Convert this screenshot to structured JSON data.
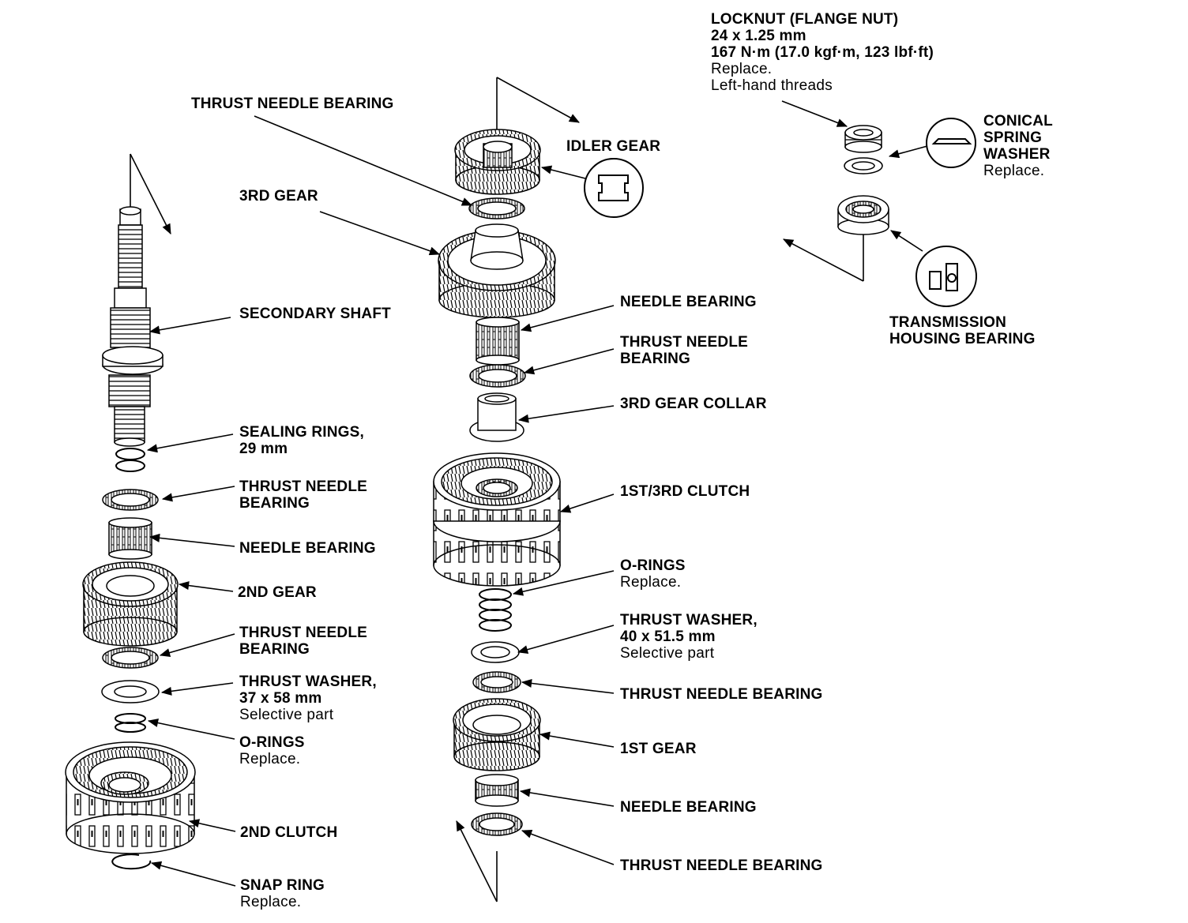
{
  "labels": {
    "locknut": {
      "l1": "LOCKNUT (FLANGE NUT)",
      "l2": "24 x 1.25 mm",
      "l3": "167 N·m (17.0 kgf·m, 123 lbf·ft)",
      "l4": "Replace.",
      "l5": "Left-hand threads"
    },
    "conical": {
      "l1": "CONICAL",
      "l2": "SPRING",
      "l3": "WASHER",
      "l4": "Replace."
    },
    "housing_bearing": {
      "l1": "TRANSMISSION",
      "l2": "HOUSING BEARING"
    },
    "idler_gear": "IDLER GEAR",
    "thrust_needle_top": "THRUST NEEDLE BEARING",
    "third_gear": "3RD GEAR",
    "secondary_shaft": "SECONDARY SHAFT",
    "sealing_rings": {
      "l1": "SEALING RINGS,",
      "l2": "29 mm"
    },
    "thrust_needle_left1": {
      "l1": "THRUST NEEDLE",
      "l2": "BEARING"
    },
    "needle_bearing_left": "NEEDLE BEARING",
    "second_gear": "2ND GEAR",
    "thrust_needle_left2": {
      "l1": "THRUST NEEDLE",
      "l2": "BEARING"
    },
    "thrust_washer_left": {
      "l1": "THRUST WASHER,",
      "l2": "37 x 58 mm",
      "l3": "Selective part"
    },
    "orings_left": {
      "l1": "O-RINGS",
      "l2": "Replace."
    },
    "second_clutch": "2ND CLUTCH",
    "snap_ring": {
      "l1": "SNAP RING",
      "l2": "Replace."
    },
    "needle_bearing_mid1": "NEEDLE BEARING",
    "thrust_needle_mid1": {
      "l1": "THRUST NEEDLE",
      "l2": "BEARING"
    },
    "third_gear_collar": "3RD GEAR COLLAR",
    "first_third_clutch": "1ST/3RD CLUTCH",
    "orings_mid": {
      "l1": "O-RINGS",
      "l2": "Replace."
    },
    "thrust_washer_mid": {
      "l1": "THRUST WASHER,",
      "l2": "40 x 51.5 mm",
      "l3": "Selective part"
    },
    "thrust_needle_mid2": "THRUST NEEDLE BEARING",
    "first_gear": "1ST GEAR",
    "needle_bearing_mid2": "NEEDLE BEARING",
    "thrust_needle_mid3": "THRUST NEEDLE BEARING"
  }
}
